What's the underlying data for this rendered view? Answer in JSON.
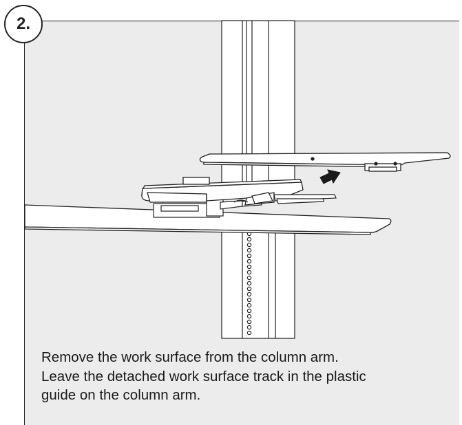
{
  "step": {
    "number": "2."
  },
  "illustration": {
    "subject": "work surface removal from column arm",
    "arrow_icon": "arrow-right-icon"
  },
  "instruction": {
    "lines": [
      "Remove the work surface from the column arm.",
      "Leave the detached work surface track in the plastic",
      "guide on the column arm."
    ]
  },
  "colors": {
    "panel_background": "#ececec",
    "line_art": "#222222",
    "text": "#1a1a1a"
  }
}
